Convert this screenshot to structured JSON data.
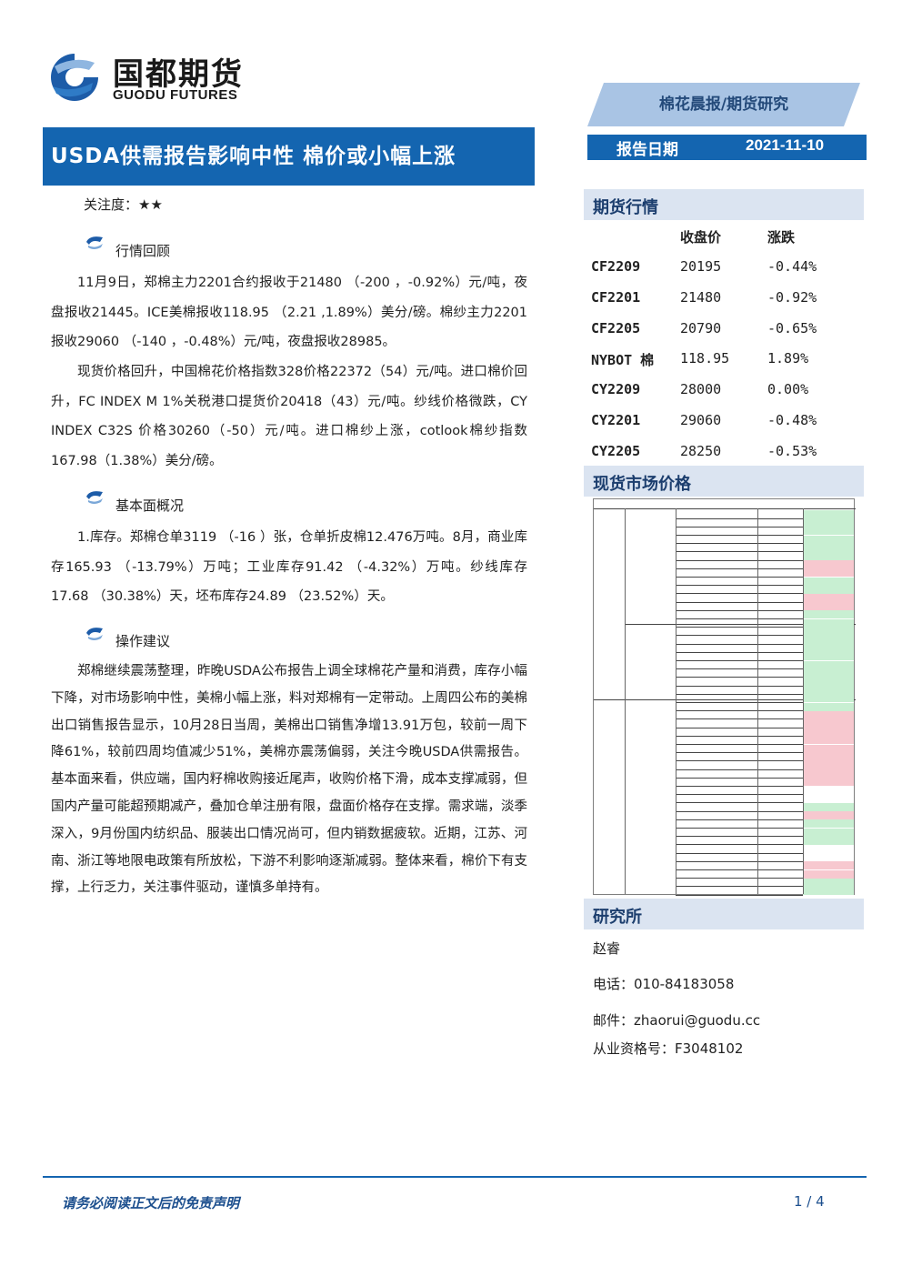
{
  "logo": {
    "cn": "国都期货",
    "en": "GUODU FUTURES"
  },
  "category": "棉花晨报/期货研究",
  "title": "USDA供需报告影响中性  棉价或小幅上涨",
  "report_date": {
    "label": "报告日期",
    "value": "2021-11-10"
  },
  "attention": "关注度：★★",
  "sections": [
    {
      "title": "行情回顾",
      "paragraphs": [
        "11月9日，郑棉主力2201合约报收于21480 （-200 ，-0.92%）元/吨，夜盘报收21445。ICE美棉报收118.95 （2.21 ,1.89%）美分/磅。棉纱主力2201报收29060 （-140 ，-0.48%）元/吨，夜盘报收28985。",
        "现货价格回升，中国棉花价格指数328价格22372（54）元/吨。进口棉价回升，FC INDEX M 1%关税港口提货价20418（43）元/吨。纱线价格微跌，CY INDEX C32S 价格30260（-50）元/吨。进口棉纱上涨，cotlook棉纱指数167.98（1.38%）美分/磅。"
      ]
    },
    {
      "title": "基本面概况",
      "paragraphs": [
        "1.库存。郑棉仓单3119 （-16 ）张，仓单折皮棉12.476万吨。8月，商业库存165.93 （-13.79%）万吨；工业库存91.42 （-4.32%）万吨。纱线库存17.68 （30.38%）天，坯布库存24.89 （23.52%）天。"
      ]
    },
    {
      "title": "操作建议",
      "paragraphs": [
        "郑棉继续震荡整理，昨晚USDA公布报告上调全球棉花产量和消费，库存小幅下降，对市场影响中性，美棉小幅上涨，料对郑棉有一定带动。上周四公布的美棉出口销售报告显示，10月28日当周，美棉出口销售净增13.91万包，较前一周下降61%，较前四周均值减少51%，美棉亦震荡偏弱，关注今晚USDA供需报告。基本面来看，供应端，国内籽棉收购接近尾声，收购价格下滑，成本支撑减弱，但国内产量可能超预期减产，叠加仓单注册有限，盘面价格存在支撑。需求端，淡季深入，9月份国内纺织品、服装出口情况尚可，但内销数据疲软。近期，江苏、河南、浙江等地限电政策有所放松，下游不利影响逐渐减弱。整体来看，棉价下有支撑，上行乏力，关注事件驱动，谨慎多单持有。"
      ]
    }
  ],
  "futures": {
    "title": "期货行情",
    "headers": [
      "收盘价",
      "涨跌"
    ],
    "rows": [
      {
        "name": "CF2209",
        "close": "20195",
        "change": "-0.44%"
      },
      {
        "name": "CF2201",
        "close": "21480",
        "change": "-0.92%"
      },
      {
        "name": "CF2205",
        "close": "20790",
        "change": "-0.65%"
      },
      {
        "name": "NYBOT 棉",
        "close": "118.95",
        "change": "1.89%"
      },
      {
        "name": "CY2209",
        "close": "28000",
        "change": "0.00%"
      },
      {
        "name": "CY2201",
        "close": "29060",
        "change": "-0.48%"
      },
      {
        "name": "CY2205",
        "close": "28250",
        "change": "-0.53%"
      }
    ]
  },
  "spot": {
    "title": "现货市场价格",
    "colors": {
      "green": "#c8efd2",
      "red": "#f7c8cf"
    },
    "row_colors": [
      "g",
      "g",
      "g",
      "g",
      "g",
      "g",
      "r",
      "r",
      "g",
      "g",
      "r",
      "r",
      "g",
      "g",
      "g",
      "g",
      "g",
      "g",
      "g",
      "g",
      "g",
      "g",
      "g",
      "g",
      "r",
      "r",
      "r",
      "r",
      "r",
      "r",
      "r",
      "r",
      "r",
      "w",
      "w",
      "g",
      "r",
      "g",
      "g",
      "g",
      "w",
      "w",
      "r",
      "r",
      "g",
      "g"
    ]
  },
  "research": {
    "title": "研究所",
    "name": "赵睿",
    "phone": "电话：010-84183058",
    "email": "邮件：zhaorui@guodu.cc",
    "license": "从业资格号：F3048102"
  },
  "footer": {
    "disclaimer": "请务必阅读正文后的免责声明",
    "page": "1 / 4"
  }
}
